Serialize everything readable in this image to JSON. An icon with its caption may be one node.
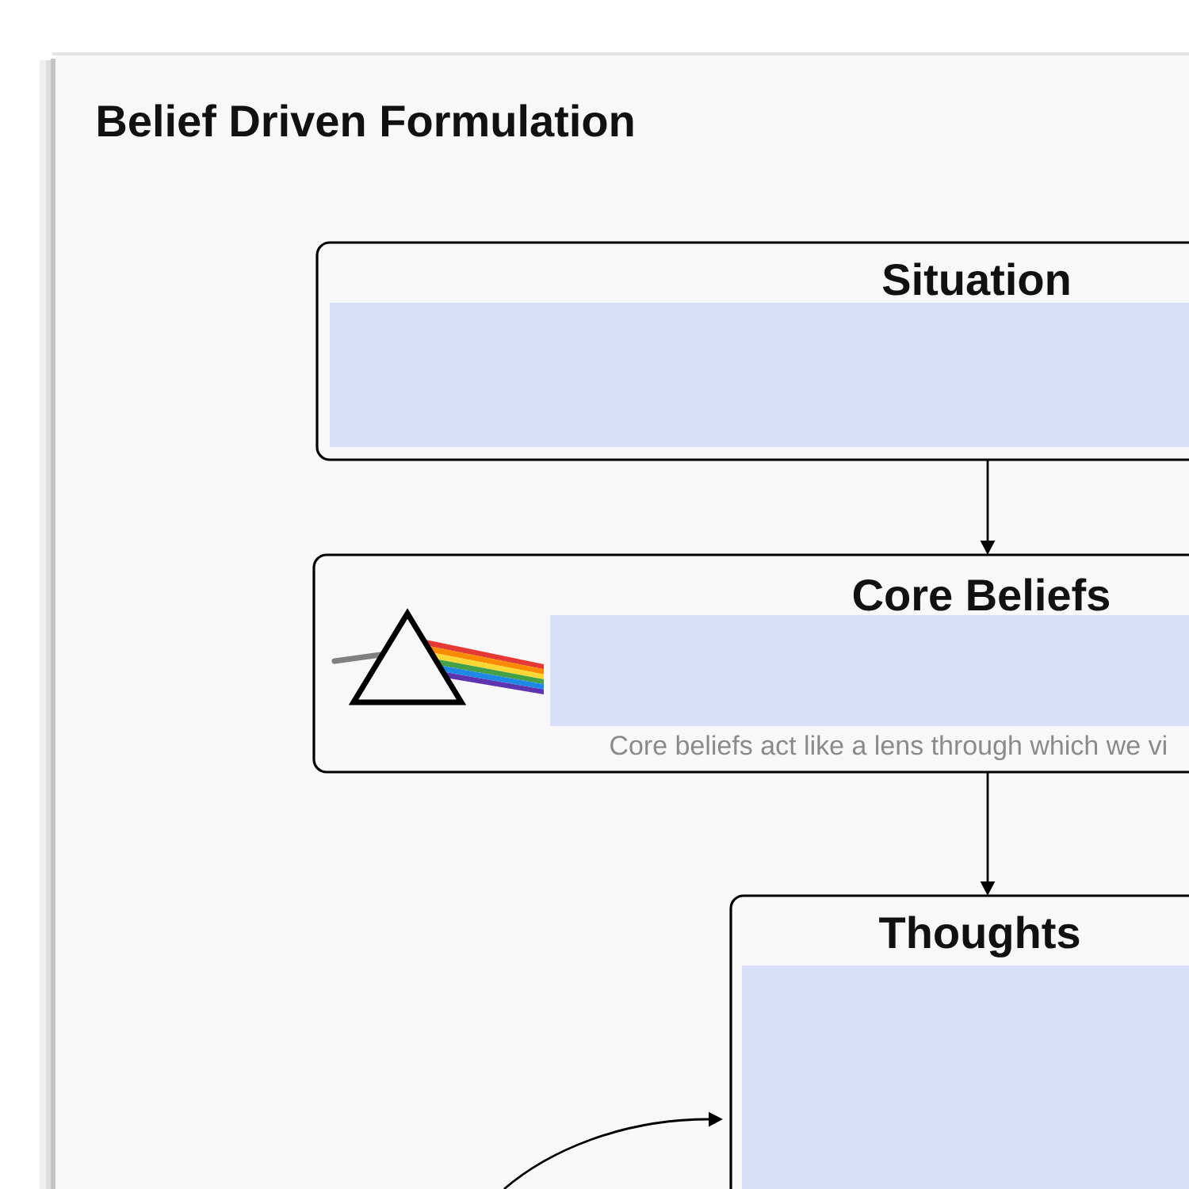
{
  "diagram": {
    "title": "Belief Driven Formulation",
    "nodes": [
      {
        "text": [
          "Situation"
        ]
      },
      {
        "text": [
          "Core Beliefs",
          "Core beliefs act like a lens through which we vi"
        ]
      },
      {
        "text": [
          "Thoughts"
        ]
      }
    ],
    "edges": [
      {
        "from": 0,
        "to": 1,
        "arrow": "to"
      },
      {
        "from": 1,
        "to": 2,
        "arrow": "to"
      },
      {
        "from": null,
        "to": 2,
        "arrow": "to"
      }
    ]
  }
}
